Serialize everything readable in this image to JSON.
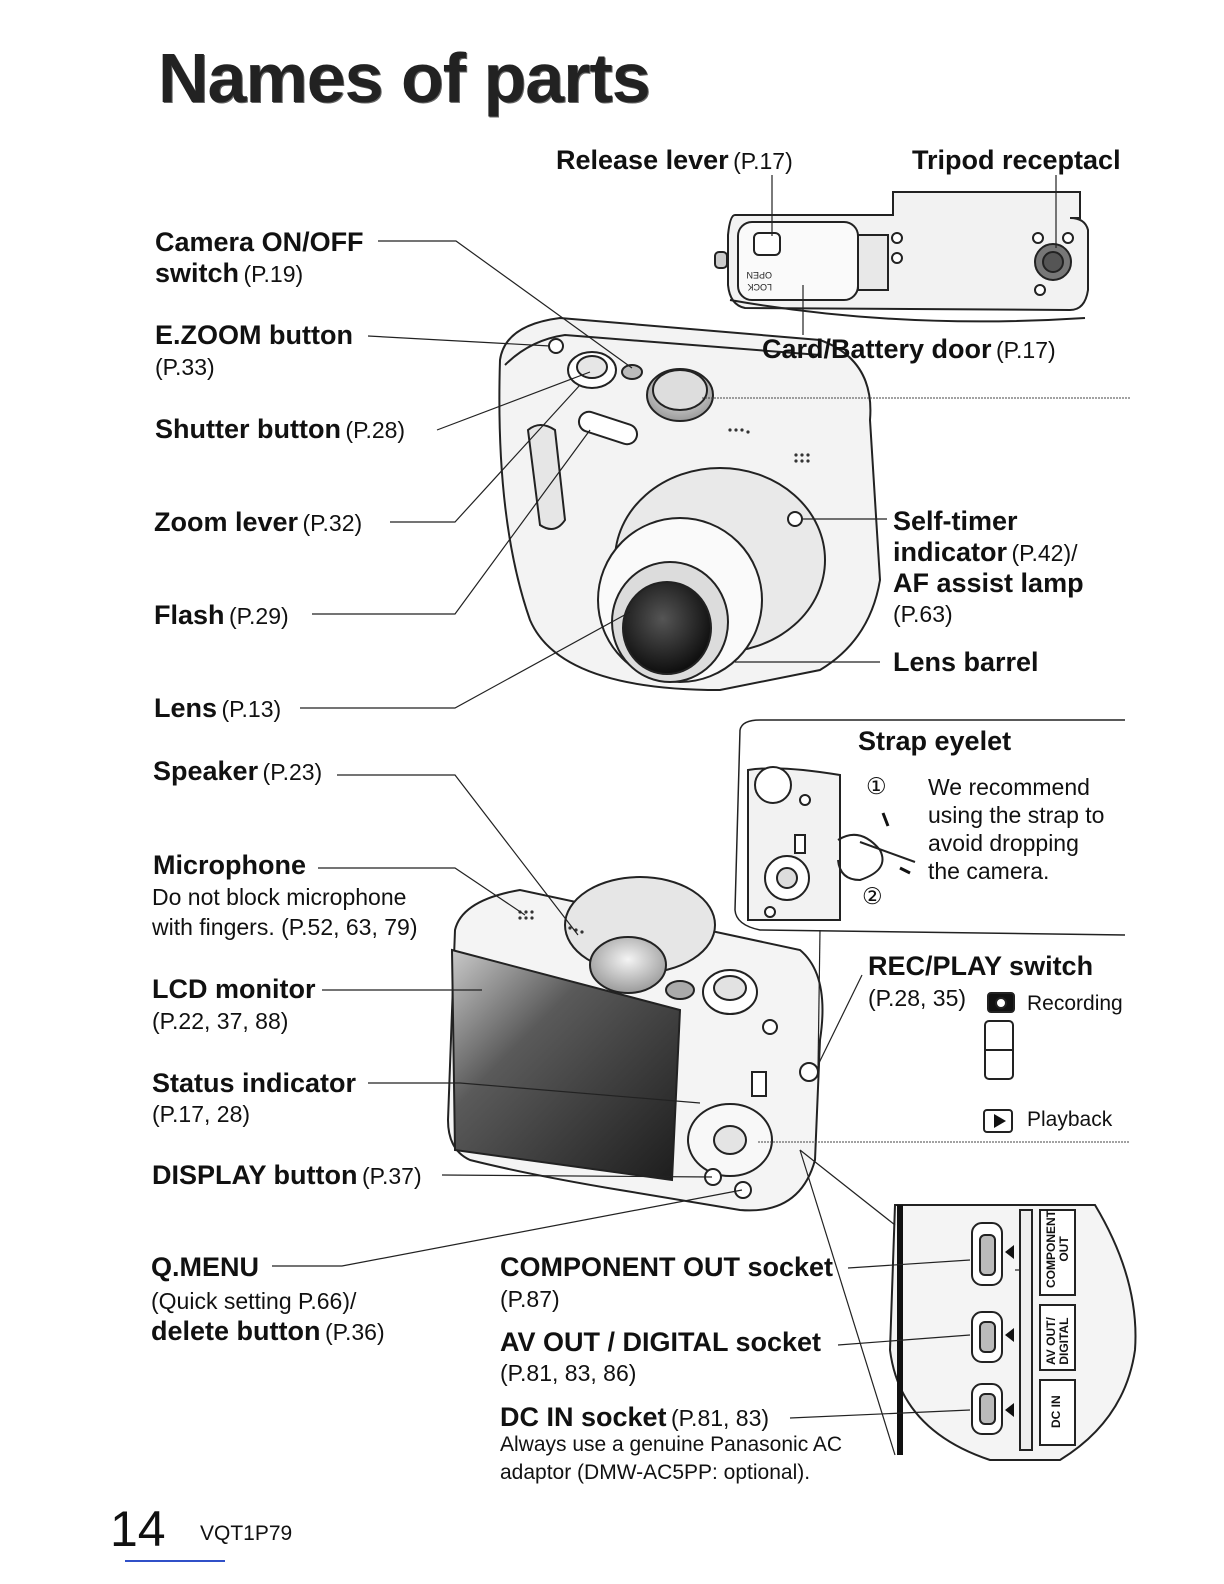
{
  "title": "Names of parts",
  "labels": {
    "camera_onoff": "Camera ON/OFF",
    "switch": "switch",
    "camera_onoff_ref": "(P.19)",
    "ezoom": "E.ZOOM button",
    "ezoom_ref": "(P.33)",
    "shutter": "Shutter button",
    "shutter_ref": "(P.28)",
    "zoom_lever": "Zoom lever",
    "zoom_lever_ref": "(P.32)",
    "flash": "Flash",
    "flash_ref": "(P.29)",
    "lens": "Lens",
    "lens_ref": "(P.13)",
    "speaker": "Speaker",
    "speaker_ref": "(P.23)",
    "microphone": "Microphone",
    "microphone_note1": "Do not block microphone",
    "microphone_note2": "with fingers. (P.52, 63, 79)",
    "lcd": "LCD monitor",
    "lcd_ref": "(P.22, 37, 88)",
    "status": "Status indicator",
    "status_ref": "(P.17, 28)",
    "display": "DISPLAY button",
    "display_ref": "(P.37)",
    "qmenu": "Q.MENU",
    "qmenu_note": "(Quick setting P.66)/",
    "delete": "delete button",
    "delete_ref": "(P.36)",
    "release": "Release lever",
    "release_ref": "(P.17)",
    "tripod": "Tripod receptacl",
    "card_door": "Card/Battery door",
    "card_door_ref": "(P.17)",
    "selftimer1": "Self-timer",
    "selftimer2": "indicator",
    "selftimer_ref": "(P.42)/",
    "af_lamp": "AF assist lamp",
    "af_ref": "(P.63)",
    "lens_barrel": "Lens barrel",
    "strap_eyelet": "Strap eyelet",
    "strap_step1": "①",
    "strap_step2": "②",
    "strap_note1": "We recommend",
    "strap_note2": "using the strap to",
    "strap_note3": "avoid dropping",
    "strap_note4": "the camera.",
    "recplay": "REC/PLAY switch",
    "recplay_ref": "(P.28, 35)",
    "recording": "Recording",
    "playback": "Playback",
    "component": "COMPONENT OUT socket",
    "component_ref": "(P.87)",
    "avout": "AV OUT / DIGITAL socket",
    "avout_ref": "(P.81, 83, 86)",
    "dcin": "DC IN socket",
    "dcin_ref": "(P.81, 83)",
    "dcin_note1": "Always use a genuine Panasonic AC",
    "dcin_note2": "adaptor (DMW-AC5PP: optional).",
    "tag_component1": "COMPONENT",
    "tag_component2": "OUT",
    "tag_avout1": "AV OUT/",
    "tag_avout2": "DIGITAL",
    "tag_dcin": "DC IN",
    "bottom_open": "OPEN",
    "bottom_lock": "LOCK"
  },
  "footer": {
    "page_number": "14",
    "model_code": "VQT1P79"
  }
}
